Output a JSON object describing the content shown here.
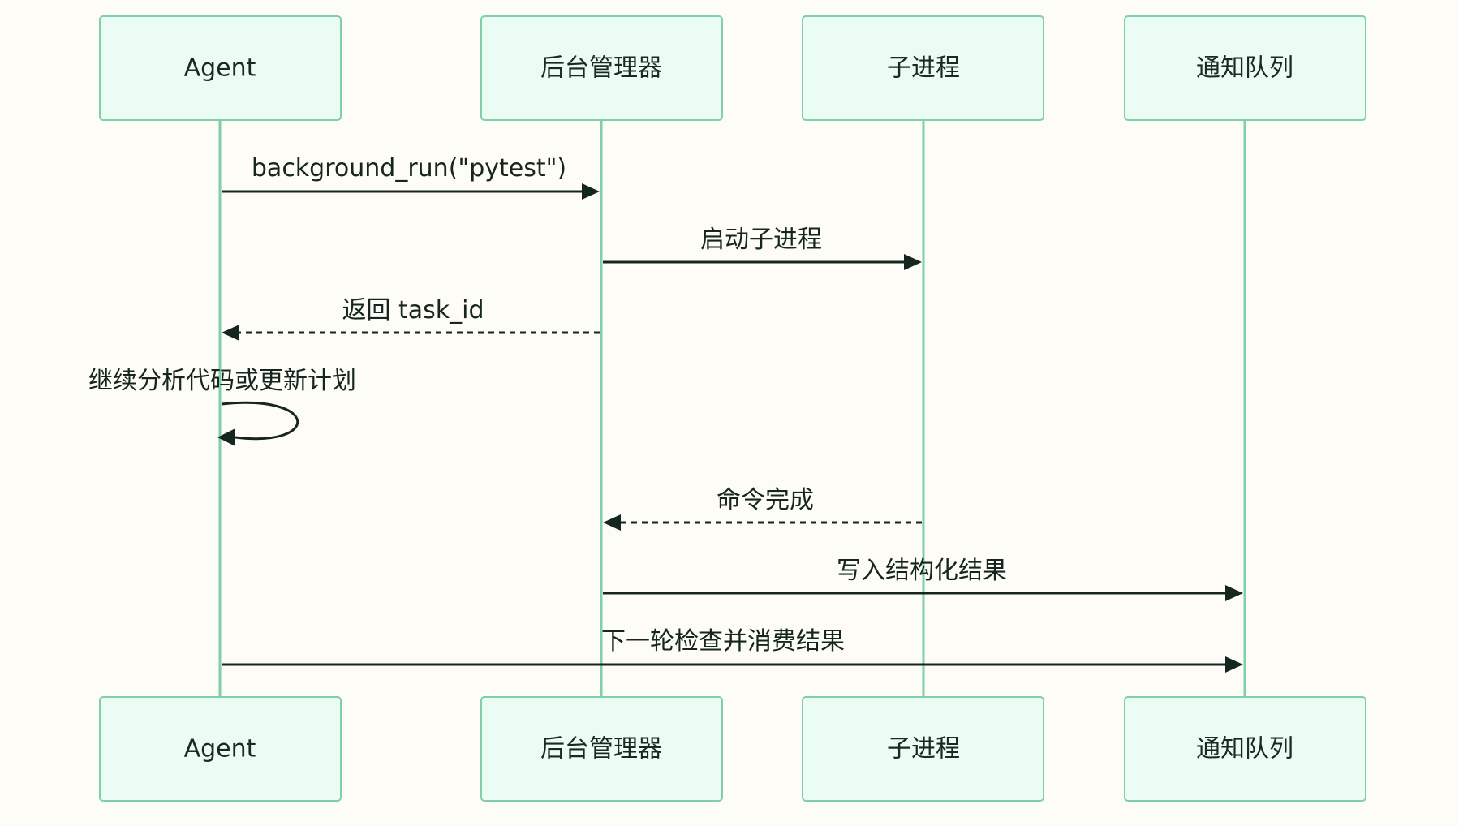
{
  "diagram": {
    "type": "sequence",
    "colors": {
      "background": "#fefcf6",
      "actor_fill": "#eafcf3",
      "actor_border": "#7fd0a8",
      "lifeline": "#7fd0a8",
      "message": "#14261d"
    },
    "participants": [
      {
        "id": "agent",
        "label": "Agent"
      },
      {
        "id": "manager",
        "label": "后台管理器"
      },
      {
        "id": "subprocess",
        "label": "子进程"
      },
      {
        "id": "queue",
        "label": "通知队列"
      }
    ],
    "messages": [
      {
        "from": "agent",
        "to": "manager",
        "label": "background_run(\"pytest\")",
        "style": "solid"
      },
      {
        "from": "manager",
        "to": "subprocess",
        "label": "启动子进程",
        "style": "solid"
      },
      {
        "from": "manager",
        "to": "agent",
        "label": "返回 task_id",
        "style": "dashed"
      },
      {
        "from": "agent",
        "to": "agent",
        "label": "继续分析代码或更新计划",
        "style": "self"
      },
      {
        "from": "subprocess",
        "to": "manager",
        "label": "命令完成",
        "style": "dashed"
      },
      {
        "from": "manager",
        "to": "queue",
        "label": "写入结构化结果",
        "style": "solid"
      },
      {
        "from": "agent",
        "to": "queue",
        "label": "下一轮检查并消费结果",
        "style": "solid"
      }
    ]
  }
}
